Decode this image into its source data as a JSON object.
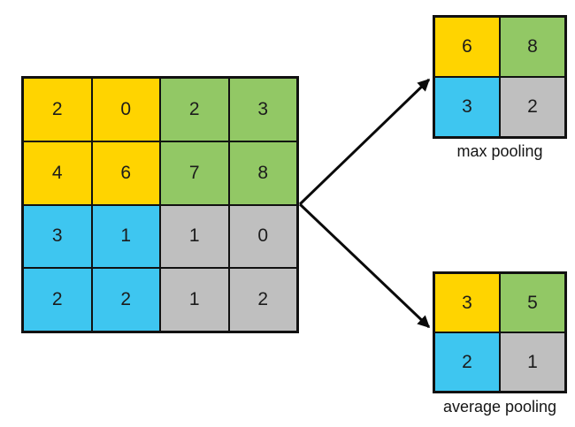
{
  "diagram": {
    "input_grid": {
      "values": [
        [
          2,
          0,
          2,
          3
        ],
        [
          4,
          6,
          7,
          8
        ],
        [
          3,
          1,
          1,
          0
        ],
        [
          2,
          2,
          1,
          2
        ]
      ]
    },
    "max_pooling": {
      "label": "max pooling",
      "values": [
        [
          6,
          8
        ],
        [
          3,
          2
        ]
      ]
    },
    "average_pooling": {
      "label": "average pooling",
      "values": [
        [
          3,
          5
        ],
        [
          2,
          1
        ]
      ]
    }
  },
  "colors": {
    "yellow": "#FFD400",
    "green": "#92C865",
    "blue": "#3EC6F0",
    "gray": "#BFBFBF"
  }
}
